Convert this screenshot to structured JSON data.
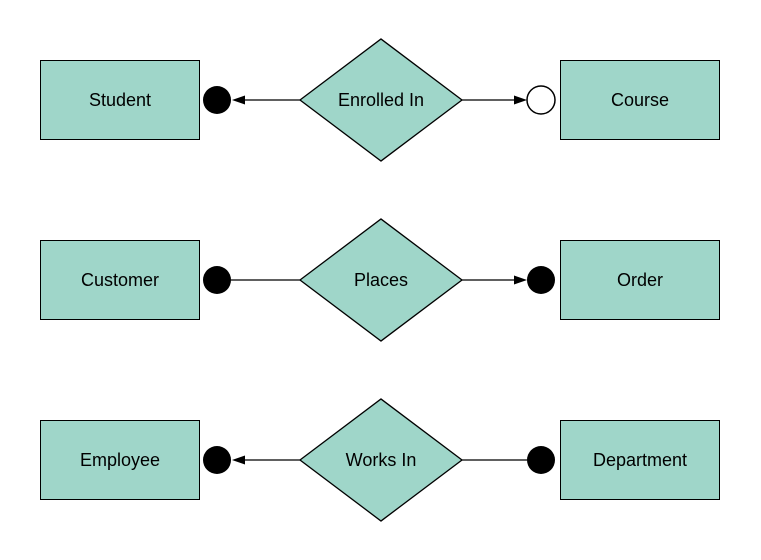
{
  "diagram": {
    "type": "entity-relationship",
    "background": "#ffffff",
    "shape_fill": "#9fd6c9",
    "shape_stroke": "#000000",
    "text_color": "#000000",
    "rows": [
      {
        "left_entity": "Student",
        "relationship": "Enrolled In",
        "right_entity": "Course",
        "left_connector": {
          "terminator": "filled-circle",
          "arrowhead": "points-left"
        },
        "right_connector": {
          "terminator": "open-circle",
          "arrowhead": "points-right"
        }
      },
      {
        "left_entity": "Customer",
        "relationship": "Places",
        "right_entity": "Order",
        "left_connector": {
          "terminator": "filled-circle",
          "arrowhead": "none"
        },
        "right_connector": {
          "terminator": "filled-circle",
          "arrowhead": "points-right"
        }
      },
      {
        "left_entity": "Employee",
        "relationship": "Works In",
        "right_entity": "Department",
        "left_connector": {
          "terminator": "filled-circle",
          "arrowhead": "points-left"
        },
        "right_connector": {
          "terminator": "filled-circle",
          "arrowhead": "none"
        }
      }
    ]
  }
}
